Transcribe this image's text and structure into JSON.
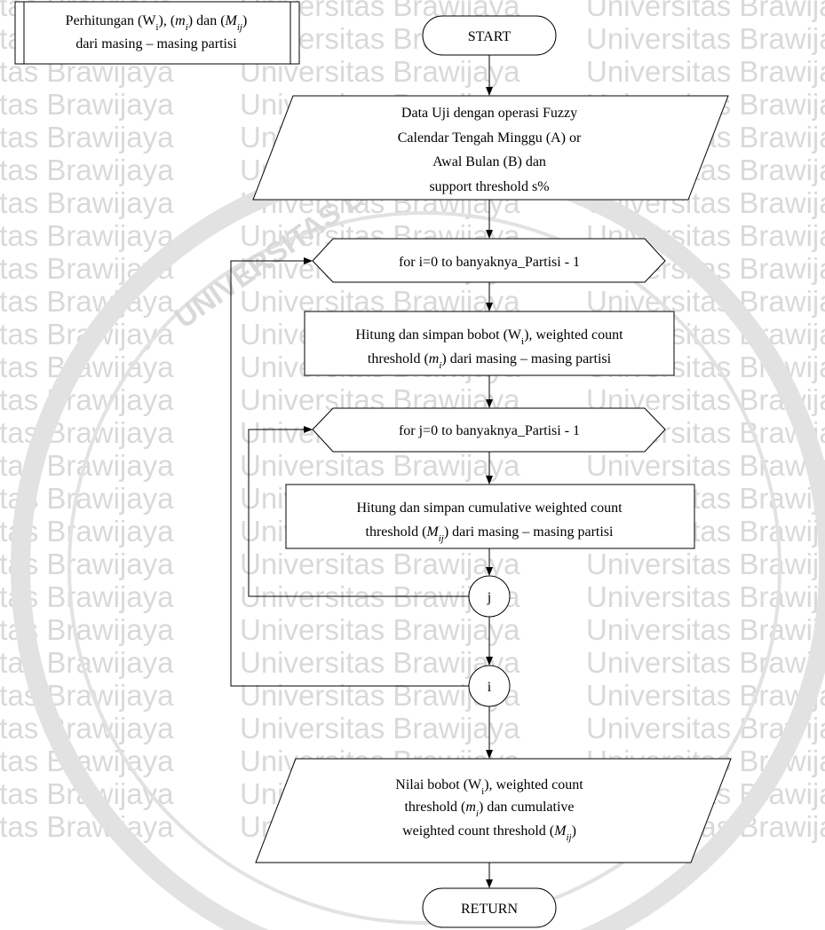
{
  "watermark": {
    "lettering": [
      "UNIVERSITAS BRAWIJAYA",
      "Universitas Brawijaya"
    ]
  },
  "subprocess_header": {
    "line1": {
      "a": "Perhitungan (W",
      "a_sub": "i",
      "b": "), (",
      "m": "m",
      "m_sub": "i",
      "c": ") dan (",
      "M": "M",
      "M_sub": "ij",
      "d": ")"
    },
    "line2": "dari masing – masing partisi"
  },
  "terminal_start": "START",
  "input_data": {
    "lines": [
      "Data Uji dengan operasi Fuzzy",
      "Calendar Tengah Minggu (A) or",
      "Awal Bulan (B) dan",
      "support threshold s%"
    ]
  },
  "loop_i": "for i=0 to banyaknya_Partisi - 1",
  "process_weight": {
    "line1": {
      "a": "Hitung dan simpan bobot (W",
      "a_sub": "i",
      "b": "), weighted count"
    },
    "line2": {
      "a": "threshold (",
      "m": "m",
      "m_sub": "i",
      "b": ") dari masing – masing partisi"
    }
  },
  "loop_j": "for j=0 to banyaknya_Partisi - 1",
  "process_cumulative": {
    "line1": "Hitung dan simpan cumulative weighted count",
    "line2": {
      "a": "threshold (",
      "M": "M",
      "M_sub": "ij",
      "b": ") dari masing – masing partisi"
    }
  },
  "connector_j": "j",
  "connector_i": "i",
  "output_data": {
    "line1": {
      "a": "Nilai bobot (W",
      "a_sub": "i",
      "b": "), weighted count"
    },
    "line2": {
      "a": "threshold (",
      "m": "m",
      "m_sub": "i",
      "b": ") dan cumulative"
    },
    "line3": {
      "a": "weighted count threshold (",
      "M": "M",
      "M_sub": "ij",
      "b": ")"
    }
  },
  "terminal_return": "RETURN"
}
